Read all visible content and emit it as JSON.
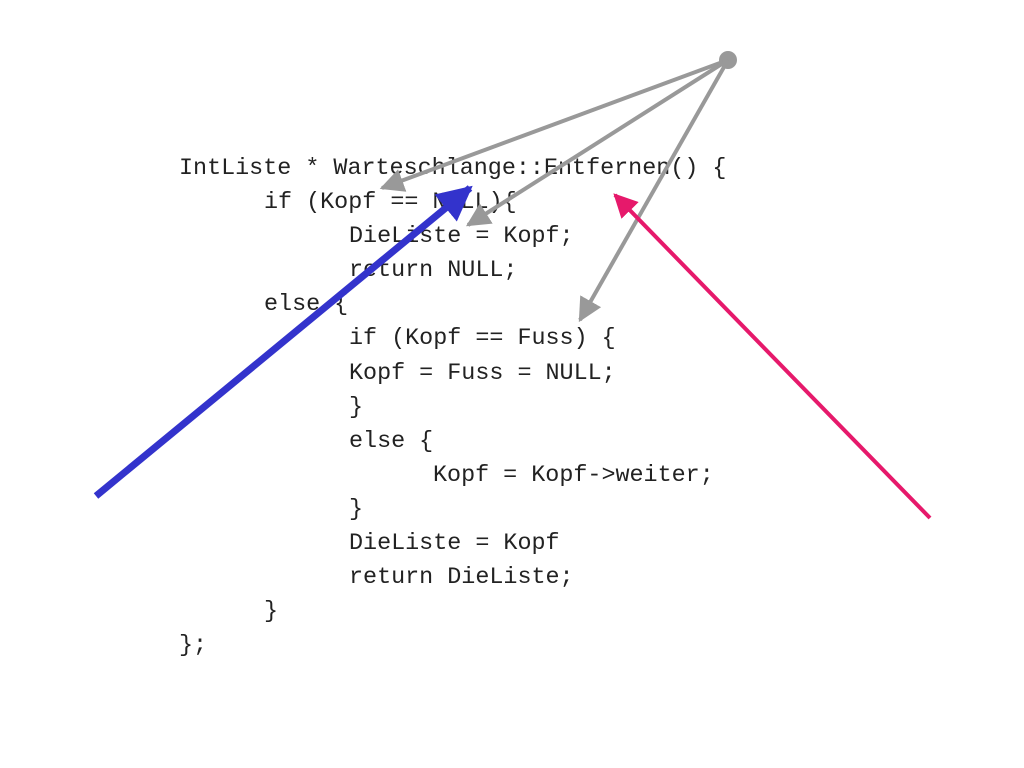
{
  "code": {
    "lines": [
      {
        "text": "IntListe * Warteschlange::Entfernen() {",
        "indent": 0
      },
      {
        "text": "if (Kopf == NULL){",
        "indent": 1
      },
      {
        "text": "DieListe = Kopf;",
        "indent": 2
      },
      {
        "text": "return NULL;",
        "indent": 2
      },
      {
        "text": "else {",
        "indent": 1
      },
      {
        "text": "if (Kopf == Fuss) {",
        "indent": 2
      },
      {
        "text": "Kopf = Fuss = NULL;",
        "indent": 2
      },
      {
        "text": "}",
        "indent": 2
      },
      {
        "text": "else {",
        "indent": 2
      },
      {
        "text": "Kopf = Kopf->weiter;",
        "indent": 3
      },
      {
        "text": "}",
        "indent": 2
      },
      {
        "text": "DieListe = Kopf",
        "indent": 2
      },
      {
        "text": "return DieListe;",
        "indent": 2
      },
      {
        "text": "}",
        "indent": 1
      },
      {
        "text": "};",
        "indent": 0
      }
    ]
  },
  "colors": {
    "code_text": "#222222",
    "gray_arrows": "#999999",
    "blue_arrow": "#3333cc",
    "pink_arrow": "#e6196b"
  }
}
